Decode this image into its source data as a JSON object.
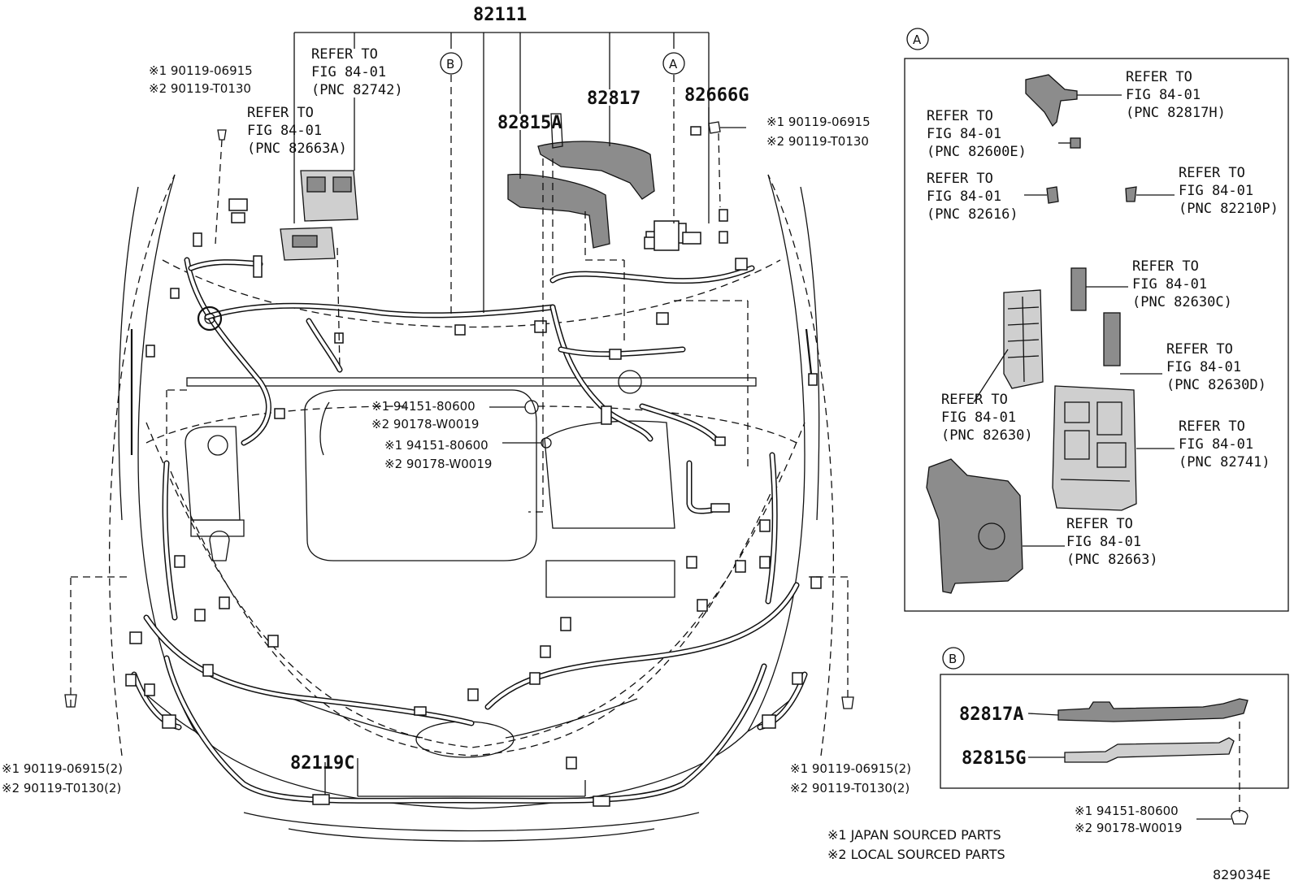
{
  "diagram_code": "829034E",
  "main_harness": {
    "pnc": "82111"
  },
  "legend": {
    "japan": "※1 JAPAN SOURCED PARTS",
    "local": "※2 LOCAL SOURCED PARTS"
  },
  "callouts_main": {
    "part_82815A": "82815A",
    "part_82817": "82817",
    "part_82666G": "82666G",
    "part_82119C": "82119C",
    "bubble_a": "A",
    "bubble_b": "B",
    "refer_82742": {
      "l1": "REFER TO",
      "l2": "FIG 84-01",
      "l3": "(PNC 82742)"
    },
    "refer_82663A": {
      "l1": "REFER TO",
      "l2": "FIG 84-01",
      "l3": "(PNC 82663A)"
    },
    "bolt_top_left": {
      "l1": "※1 90119-06915",
      "l2": "※2 90119-T0130"
    },
    "bolt_top_right": {
      "l1": "※1 90119-06915",
      "l2": "※2 90119-T0130"
    },
    "clip_1": {
      "l1": "※1 94151-80600",
      "l2": "※2 90178-W0019"
    },
    "clip_2": {
      "l1": "※1 94151-80600",
      "l2": "※2 90178-W0019"
    },
    "bolt_bottom_left": {
      "l1": "※1 90119-06915(2)",
      "l2": "※2 90119-T0130(2)"
    },
    "bolt_bottom_right": {
      "l1": "※1 90119-06915(2)",
      "l2": "※2 90119-T0130(2)"
    }
  },
  "detail_a": {
    "bubble": "A",
    "refs": {
      "pnc_82817H": {
        "l1": "REFER TO",
        "l2": "FIG 84-01",
        "l3": "(PNC 82817H)"
      },
      "pnc_82600E": {
        "l1": "REFER TO",
        "l2": "FIG 84-01",
        "l3": "(PNC 82600E)"
      },
      "pnc_82616": {
        "l1": "REFER TO",
        "l2": "FIG 84-01",
        "l3": "(PNC 82616)"
      },
      "pnc_82210P": {
        "l1": "REFER TO",
        "l2": "FIG 84-01",
        "l3": "(PNC 82210P)"
      },
      "pnc_82630C": {
        "l1": "REFER TO",
        "l2": "FIG 84-01",
        "l3": "(PNC 82630C)"
      },
      "pnc_82630D": {
        "l1": "REFER TO",
        "l2": "FIG 84-01",
        "l3": "(PNC 82630D)"
      },
      "pnc_82630": {
        "l1": "REFER TO",
        "l2": "FIG 84-01",
        "l3": "(PNC 82630)"
      },
      "pnc_82741": {
        "l1": "REFER TO",
        "l2": "FIG 84-01",
        "l3": "(PNC 82741)"
      },
      "pnc_82663": {
        "l1": "REFER TO",
        "l2": "FIG 84-01",
        "l3": "(PNC 82663)"
      }
    }
  },
  "detail_b": {
    "bubble": "B",
    "part_82817A": "82817A",
    "part_82815G": "82815G",
    "clip": {
      "l1": "※1 94151-80600",
      "l2": "※2 90178-W0019"
    }
  }
}
